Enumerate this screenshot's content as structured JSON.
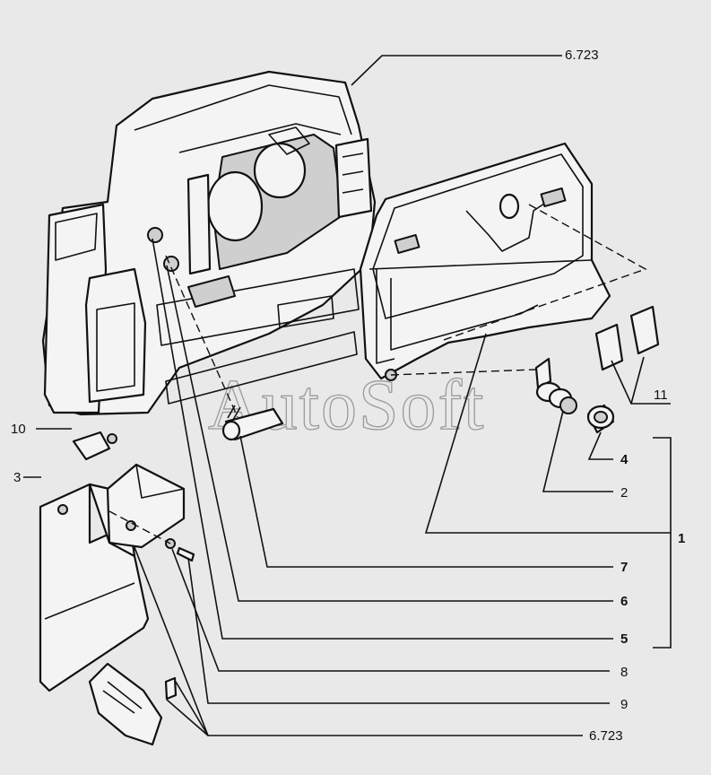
{
  "watermark": "AutoSoft",
  "callouts": [
    {
      "id": "ref-top",
      "text": "6.723"
    },
    {
      "id": "c10",
      "text": "10"
    },
    {
      "id": "c3",
      "text": "3"
    },
    {
      "id": "c11",
      "text": "11"
    },
    {
      "id": "c4",
      "text": "4"
    },
    {
      "id": "c1",
      "text": "1"
    },
    {
      "id": "c2",
      "text": "2"
    },
    {
      "id": "c7",
      "text": "7"
    },
    {
      "id": "c6",
      "text": "6"
    },
    {
      "id": "c5",
      "text": "5"
    },
    {
      "id": "c8",
      "text": "8"
    },
    {
      "id": "c9",
      "text": "9"
    },
    {
      "id": "ref-bottom",
      "text": "6.723"
    }
  ]
}
